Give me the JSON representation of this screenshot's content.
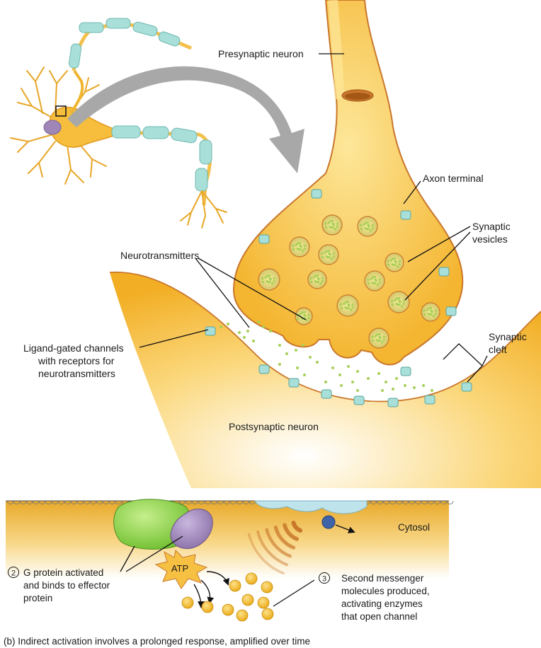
{
  "labels": {
    "presynaptic": "Presynaptic neuron",
    "axon_terminal": "Axon terminal",
    "synaptic_vesicles_1": "Synaptic",
    "synaptic_vesicles_2": "vesicles",
    "neurotransmitters": "Neurotransmitters",
    "ligand_1": "Ligand-gated channels",
    "ligand_2": "with receptors for",
    "ligand_3": "neurotransmitters",
    "synaptic_cleft_1": "Synaptic",
    "synaptic_cleft_2": "cleft",
    "postsynaptic": "Postsynaptic neuron",
    "cytosol": "Cytosol",
    "atp": "ATP",
    "step2_num": "2",
    "step2_1": "G protein activated",
    "step2_2": "and binds to effector",
    "step2_3": "protein",
    "step3_num": "3",
    "step3_1": "Second messenger",
    "step3_2": "molecules produced,",
    "step3_3": "activating enzymes",
    "step3_4": "that open channel",
    "caption": "(b) Indirect activation involves a prolonged response, amplified over time"
  },
  "colors": {
    "neuron_fill": "#f6be3c",
    "neuron_light": "#fbdc7c",
    "membrane": "#c9772b",
    "vesicle": "#d9cf6e",
    "neurotransmitter": "#a7cf57",
    "myelin": "#a9dfd9",
    "g_protein": "#8dd24a",
    "effector": "#9d86b8",
    "receptor_blue": "#bfe3ea",
    "ion": "#3f63a8",
    "second_messenger": "#f2b51e",
    "wave": "#c9782b",
    "arrow_gray": "#a8a8a8"
  }
}
